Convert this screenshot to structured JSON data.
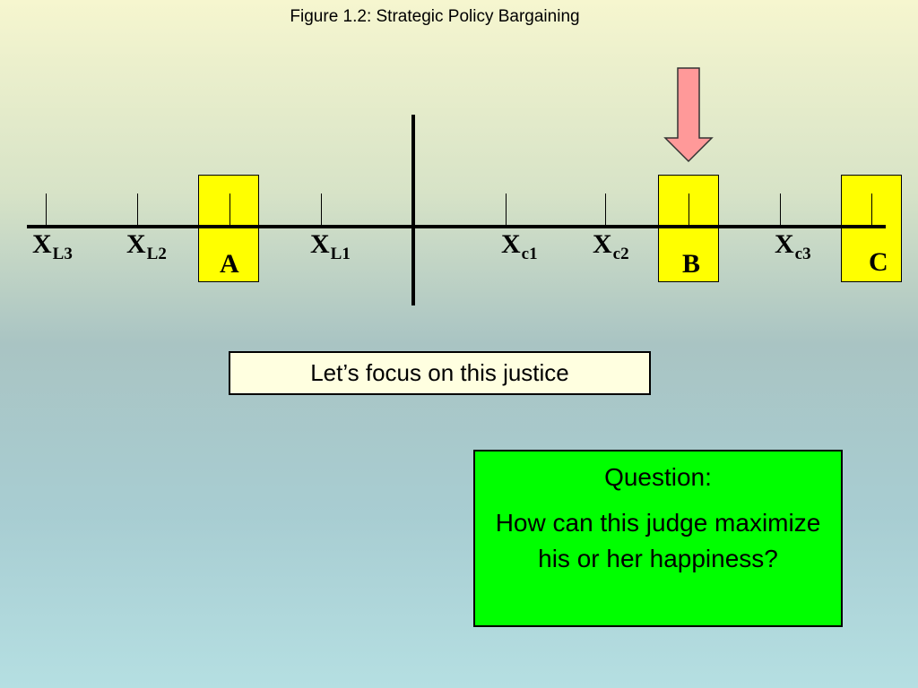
{
  "title": "Figure 1.2: Strategic Policy Bargaining",
  "points": [
    {
      "main": "X",
      "sub": "L3"
    },
    {
      "main": "X",
      "sub": "L2"
    },
    {
      "main": "X",
      "sub": "L1"
    },
    {
      "main": "X",
      "sub": "c1"
    },
    {
      "main": "X",
      "sub": "c2"
    },
    {
      "main": "X",
      "sub": "c3"
    }
  ],
  "justices": [
    {
      "label": "A"
    },
    {
      "label": "B"
    },
    {
      "label": "C"
    }
  ],
  "focus_text": "Let’s focus on this justice",
  "question": {
    "title": "Question:",
    "body": "How can this judge maximize his or her happiness?"
  },
  "colors": {
    "justice_box": "#ffff00",
    "arrow_fill": "#ff9999",
    "question_box": "#00ff00",
    "focus_box": "#ffffe0"
  }
}
